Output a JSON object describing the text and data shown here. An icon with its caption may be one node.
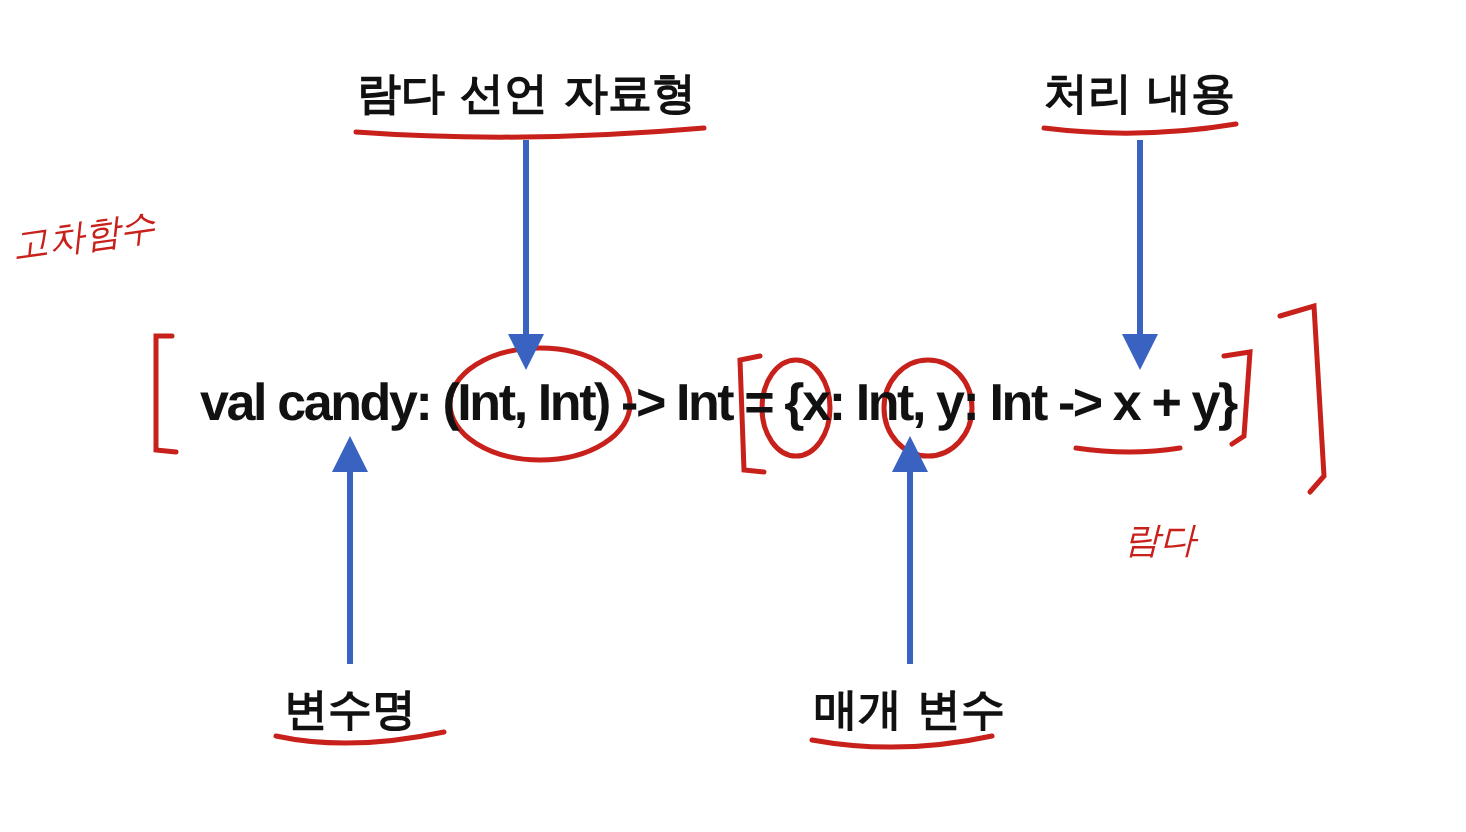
{
  "diagram": {
    "nodes": [
      {
        "text": [
          "람다 선언 자료형"
        ]
      },
      {
        "text": [
          "처리 내용"
        ]
      },
      {
        "text": [
          "val candy: (Int, Int) -> Int = {x: Int, y: Int -> x + y}"
        ]
      },
      {
        "text": [
          "변수명"
        ]
      },
      {
        "text": [
          "매개 변수"
        ]
      }
    ],
    "edges": [
      {
        "from": 0,
        "to": 2,
        "arrow": "to"
      },
      {
        "from": 1,
        "to": 2,
        "arrow": "to"
      },
      {
        "from": 3,
        "to": 2,
        "arrow": "to"
      },
      {
        "from": 4,
        "to": 2,
        "arrow": "to"
      }
    ],
    "labels": [
      "고차함수",
      "람다"
    ]
  }
}
